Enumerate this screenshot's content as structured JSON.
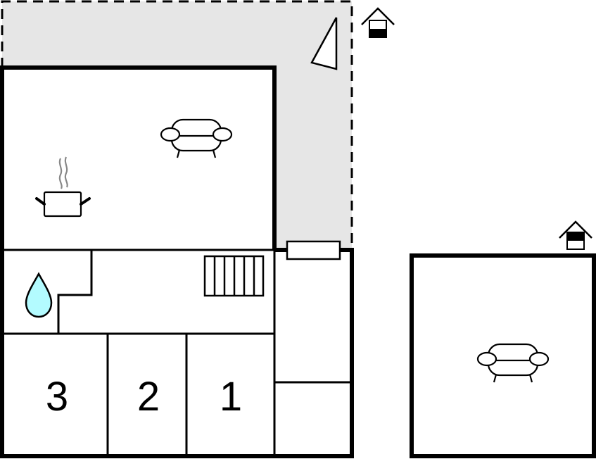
{
  "diagram": {
    "type": "floor-plan",
    "colors": {
      "wall": "#000000",
      "terrace_fill": "#e6e6e6",
      "background": "#ffffff",
      "water_drop": "#b3fbff"
    },
    "main_building": {
      "rooms": [
        {
          "id": "living-kitchen",
          "icons": [
            "sofa-icon",
            "cooking-pot-icon"
          ]
        },
        {
          "id": "bathroom",
          "icons": [
            "water-drop-icon"
          ]
        },
        {
          "id": "hallway",
          "icons": [
            "stairs-icon"
          ]
        },
        {
          "id": "bedroom-3",
          "label": "3"
        },
        {
          "id": "bedroom-2",
          "label": "2"
        },
        {
          "id": "bedroom-1",
          "label": "1"
        },
        {
          "id": "side-room-upper"
        },
        {
          "id": "side-room-lower"
        }
      ],
      "entrance": "entrance-door-icon"
    },
    "terrace": {
      "icons": [
        "parasol-icon"
      ],
      "border": "dashed"
    },
    "annex_building": {
      "icons": [
        "sofa-icon"
      ]
    },
    "markers": [
      {
        "id": "house-marker-1",
        "icon": "house-icon"
      },
      {
        "id": "house-marker-2",
        "icon": "house-icon"
      }
    ],
    "labels": {
      "bedroom_3": "3",
      "bedroom_2": "2",
      "bedroom_1": "1"
    }
  }
}
